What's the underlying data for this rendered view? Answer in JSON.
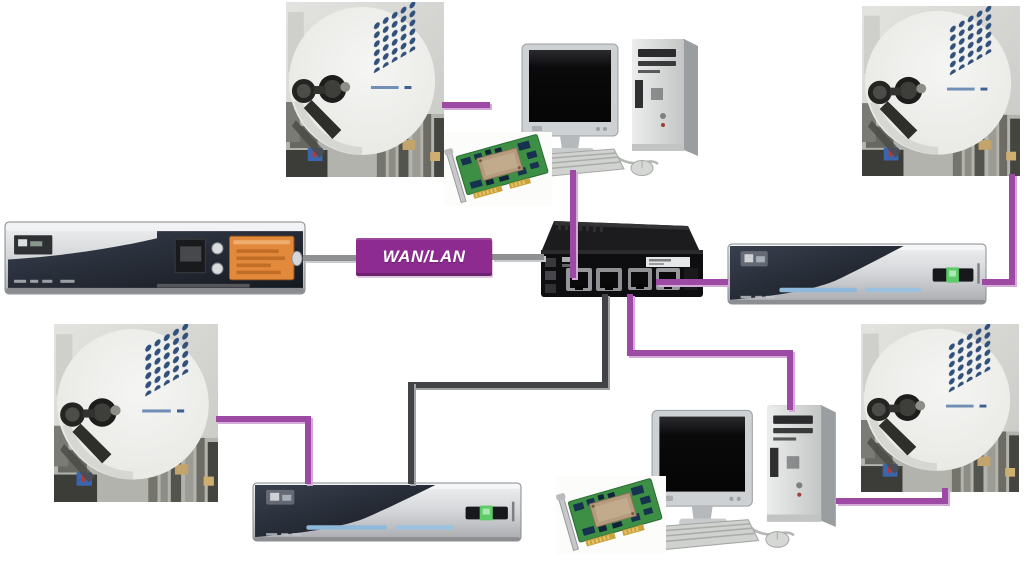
{
  "labels": {
    "wan_lan": "WAN/LAN"
  },
  "colors": {
    "background": "#ffffff",
    "purple_cable": "#9c4aa4",
    "purple_cable_edge": "#d4abd8",
    "gray_cable": "#8f9092",
    "black_cable": "#414347",
    "wanlan_bg": "#8e2b90",
    "wanlan_text": "#ffffff",
    "led_green": "#5ecb69",
    "display_orange": "#e2893c",
    "dish_logo_blue": "#31517c"
  },
  "nodes": {
    "dishes": [
      "satellite-dish-top-left",
      "satellite-dish-top-right",
      "satellite-dish-bottom-left",
      "satellite-dish-bottom-right"
    ],
    "computers": [
      "desktop-computer-top",
      "desktop-computer-bottom"
    ],
    "network_cards": [
      "pci-network-card-top",
      "pci-network-card-bottom"
    ],
    "receivers": [
      "satellite-receiver-left",
      "satellite-receiver-right",
      "satellite-receiver-bottom"
    ],
    "switch": "ethernet-switch",
    "label_box": "wan-lan-label"
  }
}
